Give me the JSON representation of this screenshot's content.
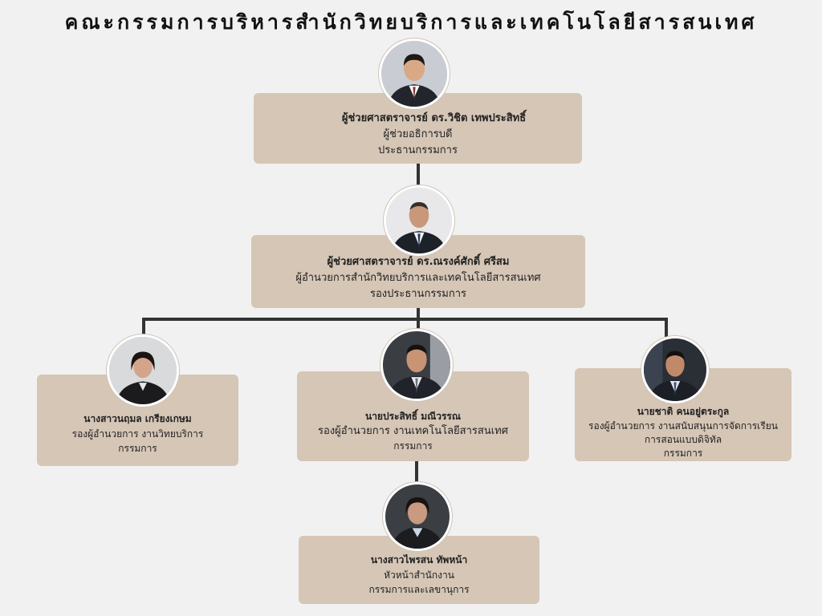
{
  "title": "คณะกรรมการบริหารสำนักวิทยบริการและเทคโนโลยีสารสนเทศ",
  "colors": {
    "box": "#d6c6b6",
    "connector": "#333333",
    "background": "#f1f1f1"
  },
  "members": {
    "chair": {
      "name": "ผู้ช่วยศาสตราจารย์ ดร.วิชิต เทพประสิทธิ์",
      "position": "ผู้ช่วยอธิการบดี",
      "role": "ประธานกรรมการ",
      "photo_icon": "person-portrait-icon"
    },
    "vice_chair": {
      "name": "ผู้ช่วยศาสตราจารย์ ดร.ณรงค์ศักดิ์  ศรีสม",
      "position": "ผู้อำนวยการสำนักวิทยบริการและเทคโนโลยีสารสนเทศ",
      "role": "รองประธานกรรมการ",
      "photo_icon": "person-portrait-icon"
    },
    "left": {
      "name": "นางสาวนฤมล เกรียงเกษม",
      "position": "รองผู้อำนวยการ งานวิทยบริการ",
      "role": "กรรมการ",
      "photo_icon": "person-portrait-icon"
    },
    "center": {
      "name": "นายประสิทธิ์ มณีวรรณ",
      "position": "รองผู้อำนวยการ งานเทคโนโลยีสารสนเทศ",
      "role": "กรรมการ",
      "photo_icon": "person-portrait-icon"
    },
    "right": {
      "name": "นายชาติ  คนอยู่ตระกูล",
      "position": "รองผู้อำนวยการ งานสนับสนุนการจัดการเรียน",
      "position2": "การสอนแบบดิจิทัล",
      "role": "กรรมการ",
      "photo_icon": "person-portrait-icon"
    },
    "secretary": {
      "name": "นางสาวไพรสน  ทัพหน้า",
      "position": "หัวหน้าสำนักงาน",
      "role": "กรรมการและเลขานุการ",
      "photo_icon": "person-portrait-icon"
    }
  }
}
